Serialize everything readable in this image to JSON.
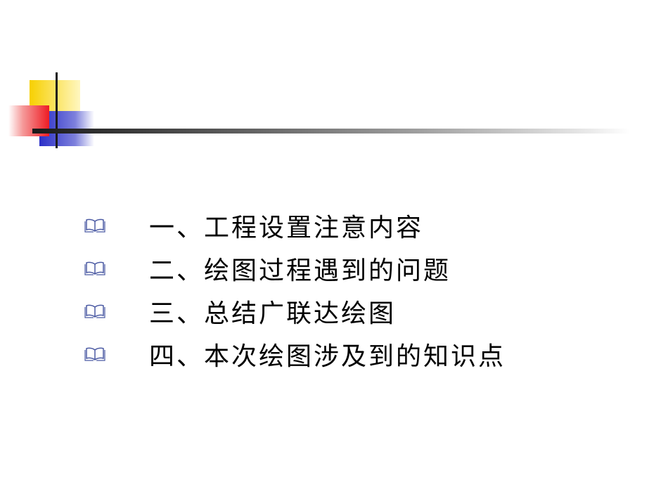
{
  "colors": {
    "square_yellow": "#f7d000",
    "square_red": "#ee1c24",
    "square_blue": "#2b2fc8",
    "line_dark": "#1a1a1a",
    "bullet_icon": "#4b5aa3",
    "text": "#000000"
  },
  "decoration": {
    "icon": "colored-squares-logo"
  },
  "bullets": {
    "icon": "open-book-icon",
    "items": [
      {
        "label": "一、工程设置注意内容"
      },
      {
        "label": "二、绘图过程遇到的问题"
      },
      {
        "label": "三、总结广联达绘图"
      },
      {
        "label": "四、本次绘图涉及到的知识点"
      }
    ]
  }
}
